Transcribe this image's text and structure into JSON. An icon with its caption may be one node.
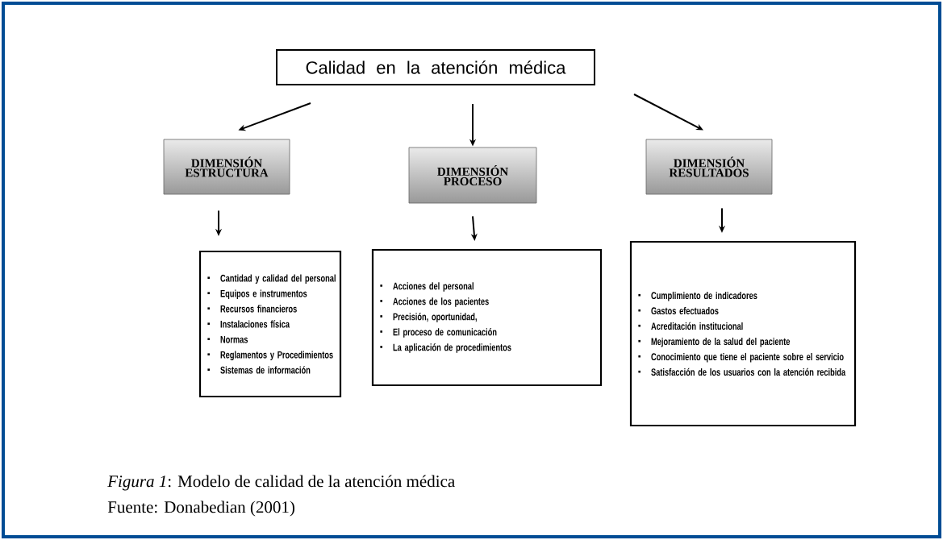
{
  "diagram": {
    "caption": "*Figura 1*: Modelo de calidad de la atención médica",
    "nodes": [
      {
        "text": [
          "Calidad en la atención médica"
        ]
      },
      {
        "text": [
          "DIMENSIÓN ESTRUCTURA"
        ]
      },
      {
        "text": [
          "DIMENSIÓN PROCESO"
        ]
      },
      {
        "text": [
          "DIMENSIÓN RESULTADOS"
        ]
      },
      {
        "text": [
          "Cantidad y calidad del personal",
          "Equipos e instrumentos",
          "Recursos financieros",
          "Instalaciones física",
          "Normas",
          "Reglamentos y Procedimientos",
          "Sistemas de información"
        ]
      },
      {
        "text": [
          "Acciones del personal",
          "Acciones de los pacientes",
          "Precisión, oportunidad,",
          "El proceso de comunicación",
          "La aplicación de procedimientos"
        ]
      },
      {
        "text": [
          "Cumplimiento de indicadores",
          "Gastos efectuados",
          "Acreditación institucional",
          "Mejoramiento de la salud del paciente",
          "Conocimiento que tiene el paciente sobre el servicio",
          "Satisfacción de los usuarios con la atención recibida"
        ]
      }
    ],
    "edges": [
      {
        "from": 0,
        "to": 1,
        "arrow": "to"
      },
      {
        "from": 0,
        "to": 2,
        "arrow": "to"
      },
      {
        "from": 0,
        "to": 3,
        "arrow": "to"
      },
      {
        "from": 1,
        "to": 4,
        "arrow": "to"
      },
      {
        "from": 2,
        "to": 5,
        "arrow": "to"
      },
      {
        "from": 3,
        "to": 6,
        "arrow": "to"
      }
    ],
    "labels": [
      "Fuente: Donabedian (2001)"
    ]
  }
}
